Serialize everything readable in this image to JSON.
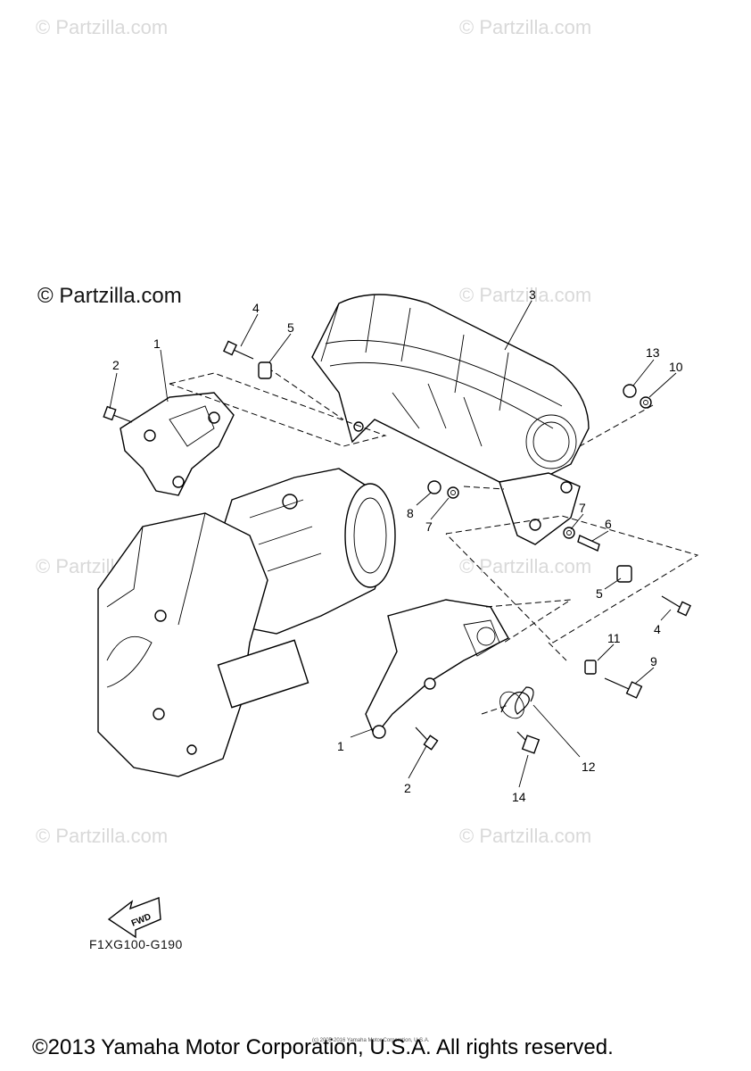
{
  "watermarks": [
    "© Partzilla.com",
    "© Partzilla.com",
    "© Partzilla.com",
    "© Partzilla.com",
    "© Partzilla.com",
    "© Partzilla.com",
    "© Partzilla.com"
  ],
  "main_watermark": "© Partzilla.com",
  "callouts": [
    "1",
    "2",
    "3",
    "4",
    "5",
    "13",
    "10",
    "8",
    "7",
    "7",
    "6",
    "5",
    "4",
    "11",
    "9",
    "1",
    "2",
    "14",
    "12"
  ],
  "fwd_label": "FWD",
  "diagram_code": "F1XG100-G190",
  "footer_copyright": "©2013 Yamaha Motor Corporation, U.S.A. All rights reserved.",
  "footer_small": "(c) 2005-2016 Yamaha Motor Corporation, U.S.A."
}
